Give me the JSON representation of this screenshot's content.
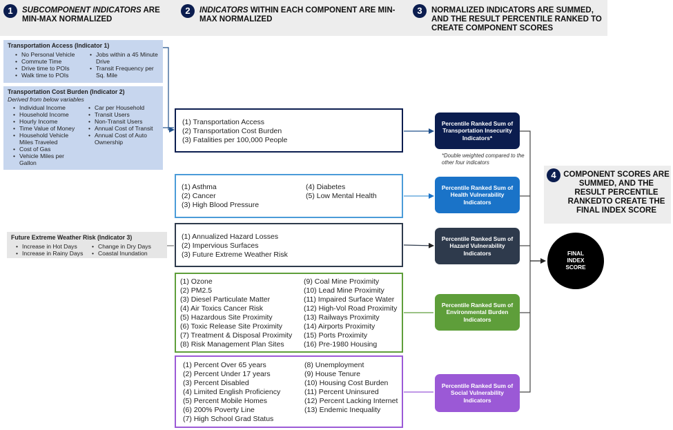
{
  "steps": [
    {
      "number": "1",
      "italic": "SUBCOMPONENT INDICATORS",
      "rest": " ARE MIN-MAX NORMALIZED"
    },
    {
      "number": "2",
      "italic": "INDICATORS",
      "rest": " WITHIN EACH COMPONENT ARE MIN-MAX NORMALIZED"
    },
    {
      "number": "3",
      "italic": "",
      "rest": "NORMALIZED INDICATORS ARE SUMMED, AND THE RESULT PERCENTILE RANKED TO CREATE COMPONENT SCORES"
    },
    {
      "number": "4",
      "italic": "",
      "rest": "COMPONENT SCORES ARE SUMMED, AND THE RESULT PERCENTILE RANKEDTO CREATE THE FINAL INDEX SCORE"
    }
  ],
  "subcomponents": {
    "access": {
      "title": "Transportation Access (Indicator 1)",
      "col1": [
        "No Personal Vehicle",
        "Commute Time",
        "Drive time to POIs",
        "Walk time to POIs"
      ],
      "col2": [
        "Jobs within a 45 Minute Drive",
        "Transit Frequency per Sq. Mile"
      ]
    },
    "cost": {
      "title": "Transportation Cost Burden (Indicator 2)",
      "subtitle": "Derived from below variables",
      "col1": [
        "Individual Income",
        "Household Income",
        "Hourly Income",
        "Time Value of Money",
        "Household Vehicle Miles Traveled",
        "Cost of Gas",
        "Vehicle Miles per Gallon"
      ],
      "col2": [
        "Car per Household",
        "Transit Users",
        "Non-Transit Users",
        "Annual Cost of Transit",
        "Annual Cost of Auto Ownership"
      ]
    },
    "weather": {
      "title": "Future Extreme Weather Risk (Indicator 3)",
      "col1": [
        "Increase in Hot Days",
        "Increase in Rainy Days"
      ],
      "col2": [
        "Change in Dry Days",
        "Coastal Inundation"
      ]
    }
  },
  "components": {
    "transportation": {
      "col1": [
        "(1) Transportation  Access",
        "(2) Transportation  Cost Burden",
        "(3) Fatalities per 100,000 People"
      ],
      "col2": []
    },
    "health": {
      "col1": [
        "(1) Asthma",
        "(2) Cancer",
        "(3) High Blood  Pressure"
      ],
      "col2": [
        "(4) Diabetes",
        "(5) Low Mental Health"
      ]
    },
    "hazard": {
      "col1": [
        "(1) Annualized  Hazard Losses",
        "(2) Impervious Surfaces",
        "(3) Future Extreme Weather Risk"
      ],
      "col2": []
    },
    "environmental": {
      "col1": [
        "(1) Ozone",
        "(2) PM2.5",
        "(3) Diesel Particulate  Matter",
        "(4) Air Toxics Cancer Risk",
        "(5) Hazardous Site Proximity",
        "(6) Toxic Release Site Proximity",
        "(7) Treatment & Disposal  Proximity",
        "(8) Risk Management  Plan Sites"
      ],
      "col2": [
        "(9) Coal Mine Proximity",
        "(10) Lead Mine Proximity",
        "(11) Impaired Surface Water",
        "(12) High-Vol Road Proximity",
        "(13) Railways Proximity",
        "(14) Airports Proximity",
        "(15) Ports Proximity",
        "(16) Pre-1980 Housing"
      ]
    },
    "social": {
      "col1": [
        "(1) Percent Over 65 years",
        "(2) Percent Under 17 years",
        "(3) Percent Disabled",
        "(4) Limited English  Proficiency",
        "(5) Percent Mobile Homes",
        "(6) 200% Poverty Line",
        "(7) High School Grad Status"
      ],
      "col2": [
        "(8) Unemployment",
        "(9) House Tenure",
        "(10) Housing Cost Burden",
        "(11) Percent Uninsured",
        "(12) Percent Lacking Internet",
        "(13) Endemic Inequality"
      ]
    }
  },
  "scores": {
    "transportation": "Percentile Ranked Sum of Transportation Insecurity Indicators*",
    "health": "Percentile Ranked Sum of Health Vulnerability Indicators",
    "hazard": "Percentile Ranked Sum of Hazard Vulnerability Indicators",
    "environmental": "Percentile Ranked Sum of Environmental Burden Indicators",
    "social": "Percentile Ranked Sum of Social Vulnerability Indicators"
  },
  "footnote": "*Double weighted compared to the other four indicators",
  "final": "FINAL INDEX SCORE",
  "colors": {
    "navy": "#0b1d4f",
    "health": "#1a73c8",
    "hazard": "#2e3a4c",
    "environmental": "#5e9e3a",
    "social": "#9b59d6",
    "panel_blue": "#c7d6ee",
    "panel_gray": "#e6e6e6"
  }
}
